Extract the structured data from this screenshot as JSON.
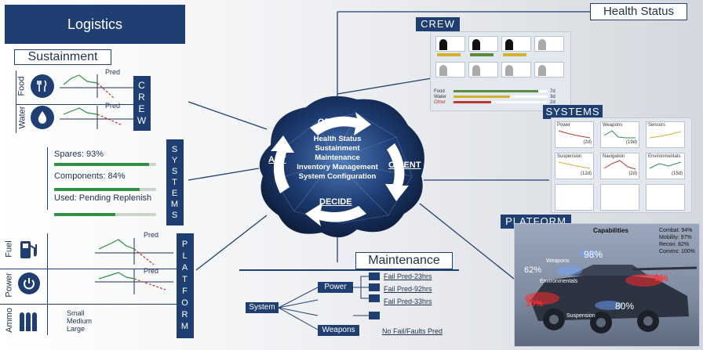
{
  "logistics": {
    "title": "Logistics"
  },
  "sustainment": {
    "title": "Sustainment",
    "rows": [
      {
        "label": "Food",
        "pred": "Pred"
      },
      {
        "label": "Water",
        "pred": "Pred"
      }
    ],
    "tab": [
      "C",
      "R",
      "E",
      "W"
    ]
  },
  "spares": {
    "tab": [
      "S",
      "Y",
      "S",
      "T",
      "E",
      "M",
      "S"
    ],
    "items": [
      {
        "label": "Spares: 93%",
        "fill": 0.93
      },
      {
        "label": "Components: 84%",
        "fill": 0.84
      },
      {
        "label": "Used: Pending Replenish",
        "fill": 0.6
      }
    ]
  },
  "platform_left": {
    "tab": [
      "P",
      "L",
      "A",
      "T",
      "F",
      "O",
      "R",
      "M"
    ],
    "rows": [
      {
        "label": "Fuel",
        "pred": "Pred"
      },
      {
        "label": "Power",
        "pred": "Pred"
      },
      {
        "label": "Ammo",
        "sizes": [
          "Small",
          "Medium",
          "Large"
        ]
      }
    ]
  },
  "ooda": {
    "observe": "OBSERVE",
    "orient": "ORIENT",
    "decide": "DECIDE",
    "act": "ACT",
    "center_lines": [
      "Health Status",
      "Sustainment",
      "Maintenance",
      "Inventory Management",
      "System Configuration"
    ]
  },
  "health_status": {
    "title": "Health Status"
  },
  "crew_panel": {
    "title": "CREW",
    "bars": [
      {
        "label": "Food",
        "value": "7d",
        "color": "#5b8c3e",
        "fill": 0.9
      },
      {
        "label": "Water",
        "value": "3d",
        "color": "#d3b12c",
        "fill": 0.6
      },
      {
        "label": "Other",
        "value": "2d",
        "color": "#c0392b",
        "fill": 0.4
      }
    ]
  },
  "systems_panel": {
    "title": "SYSTEMS",
    "cards": [
      {
        "name": "Power",
        "note": "(2d)"
      },
      {
        "name": "Weapons",
        "note": "(19d)"
      },
      {
        "name": "Sensors",
        "note": ""
      },
      {
        "name": "Suspension",
        "note": "(12d)"
      },
      {
        "name": "Navigation",
        "note": "(2d)"
      },
      {
        "name": "Environmentals",
        "note": "(15d)"
      }
    ]
  },
  "platform_panel": {
    "title": "PLATFORM",
    "capabilities_title": "Capabilities",
    "capabilities": [
      "Combat: 94%",
      "Mobility: 97%",
      "Recon: 82%",
      "Comms: 100%"
    ],
    "callouts": {
      "weapons": "Weapons",
      "weapons_pct": "98%",
      "env_pct": "62%",
      "env": "Environmentals",
      "red_pct": "0%",
      "left_pct": "10%",
      "susp_pct": "80%",
      "susp": "Suspension"
    }
  },
  "maintenance": {
    "title": "Maintenance",
    "system": "System",
    "power": "Power",
    "weapons": "Weapons",
    "preds": [
      "Fail Pred-23hrs",
      "Fail Pred-92hrs",
      "Fail Pred-33hrs"
    ],
    "nofail": "No Fail/Faults Pred"
  },
  "colors": {
    "navy": "#1f3f73",
    "green": "#2f8f46",
    "red": "#c0392b",
    "yellow": "#d3b12c"
  }
}
